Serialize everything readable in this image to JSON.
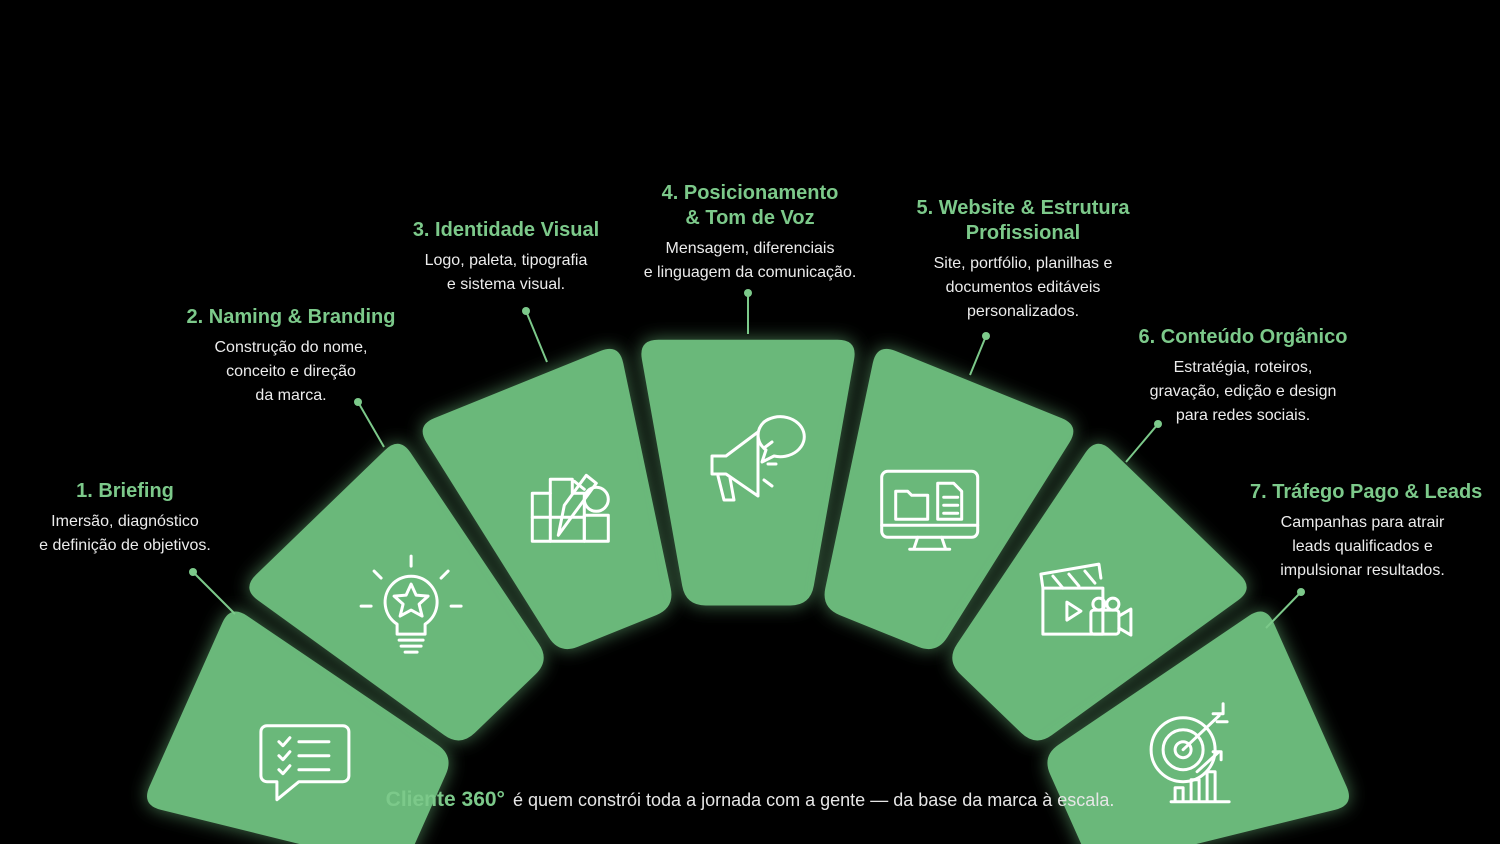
{
  "colors": {
    "background": "#000000",
    "segment": "#6ab87a",
    "accent": "#7cc98a",
    "icon": "#ffffff"
  },
  "steps": [
    {
      "title": "1. Briefing",
      "desc": [
        "Imersão, diagnóstico",
        "e definição de objetivos."
      ],
      "icon": "checklist-chat-icon"
    },
    {
      "title": "2. Naming & Branding",
      "desc": [
        "Construção do nome,",
        "conceito e direção",
        "da marca."
      ],
      "icon": "lightbulb-star-icon"
    },
    {
      "title": "3. Identidade Visual",
      "desc": [
        "Logo, paleta, tipografia",
        "e sistema visual."
      ],
      "icon": "pen-shapes-icon"
    },
    {
      "title": "4. Posicionamento",
      "title2": "& Tom de Voz",
      "desc": [
        "Mensagem, diferenciais",
        "e linguagem da comunicação."
      ],
      "icon": "megaphone-icon"
    },
    {
      "title": "5. Website & Estrutura",
      "title2": "Profissional",
      "desc": [
        "Site, portfólio, planilhas e",
        "documentos editáveis",
        "personalizados."
      ],
      "icon": "monitor-files-icon"
    },
    {
      "title": "6. Conteúdo Orgânico",
      "desc": [
        "Estratégia, roteiros,",
        "gravação, edição e design",
        "para redes sociais."
      ],
      "icon": "clapper-camera-icon"
    },
    {
      "title": "7. Tráfego Pago & Leads",
      "desc": [
        "Campanhas para atrair",
        "leads qualificados e",
        "impulsionar resultados."
      ],
      "icon": "target-growth-icon"
    }
  ],
  "footer": {
    "brand": "Cliente 360°",
    "text": "é quem constrói toda a jornada com a gente — da base da marca à escala."
  }
}
